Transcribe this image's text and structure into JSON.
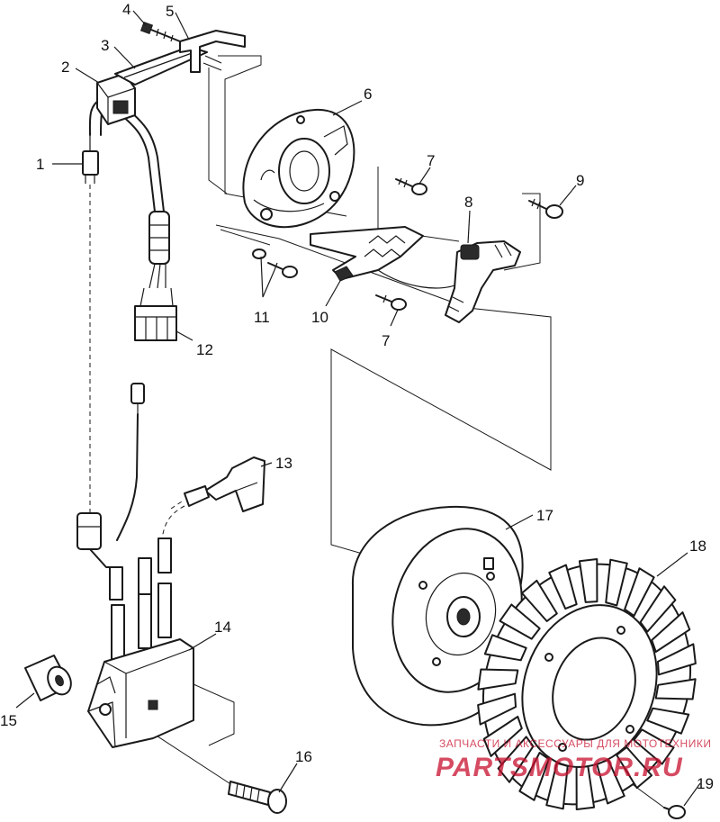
{
  "callouts": [
    {
      "id": "1",
      "label": "1"
    },
    {
      "id": "2",
      "label": "2"
    },
    {
      "id": "3",
      "label": "3"
    },
    {
      "id": "4",
      "label": "4"
    },
    {
      "id": "5",
      "label": "5"
    },
    {
      "id": "6",
      "label": "6"
    },
    {
      "id": "7a",
      "label": "7"
    },
    {
      "id": "7b",
      "label": "7"
    },
    {
      "id": "8",
      "label": "8"
    },
    {
      "id": "9",
      "label": "9"
    },
    {
      "id": "10",
      "label": "10"
    },
    {
      "id": "11",
      "label": "11"
    },
    {
      "id": "12",
      "label": "12"
    },
    {
      "id": "13",
      "label": "13"
    },
    {
      "id": "14",
      "label": "14"
    },
    {
      "id": "15",
      "label": "15"
    },
    {
      "id": "16",
      "label": "16"
    },
    {
      "id": "17",
      "label": "17"
    },
    {
      "id": "18",
      "label": "18"
    },
    {
      "id": "19",
      "label": "19"
    }
  ],
  "watermark": {
    "line1": "ЗАПЧАСТИ И АКСЕССУАРЫ ДЛЯ МОТОТЕХНИКИ",
    "line2": "PARTSMOTOR.RU",
    "color": "#c8102e"
  }
}
